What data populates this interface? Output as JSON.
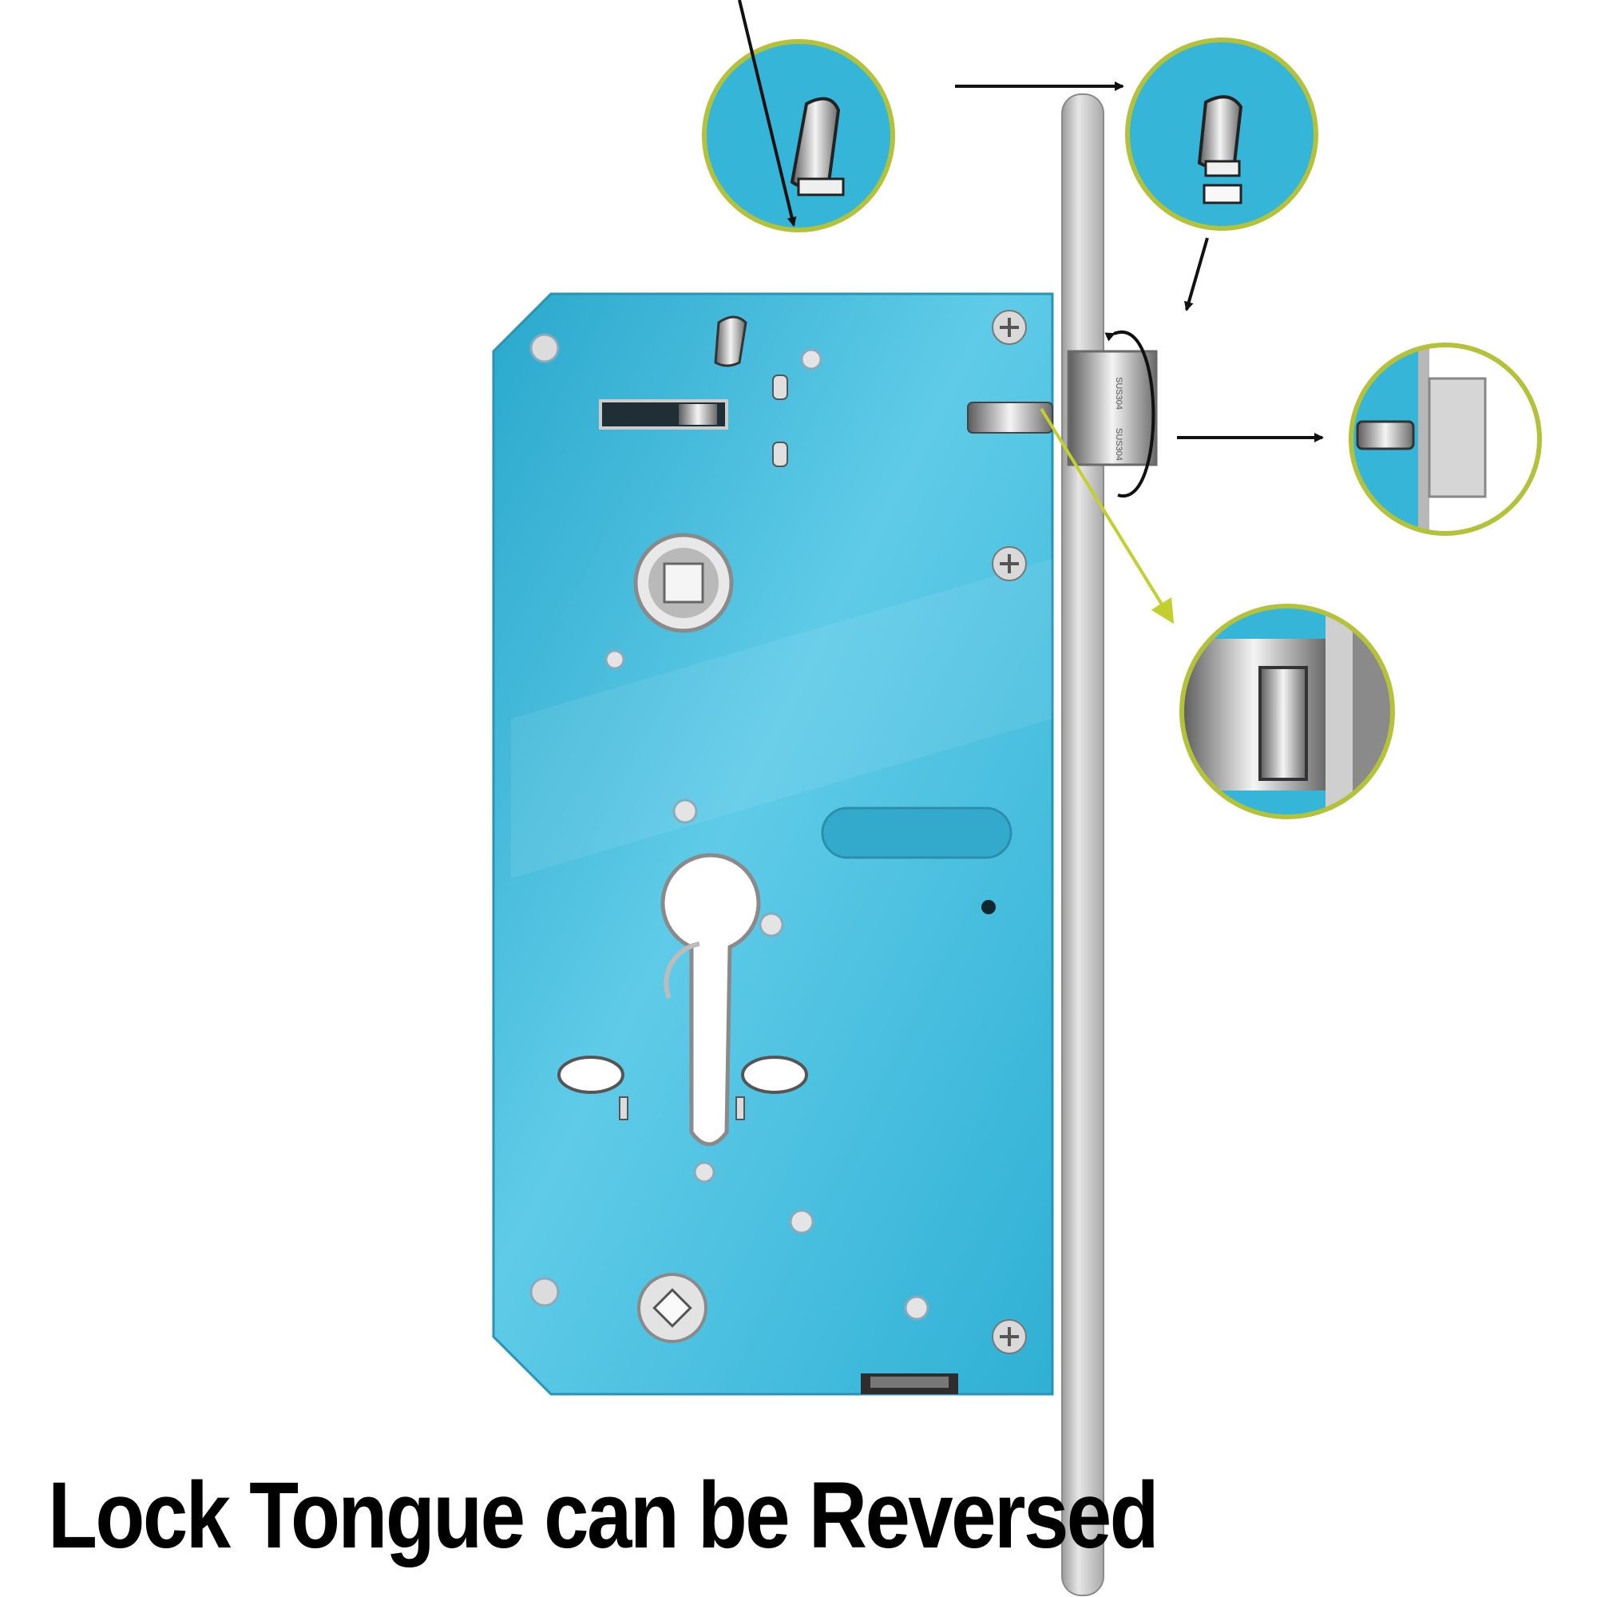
{
  "caption": "Lock Tongue can be Reversed",
  "faceplate_engraving": [
    "SUS304",
    "SUS304"
  ],
  "colors": {
    "case_blue": "#39b7d8",
    "case_blue_light": "#6ad1ec",
    "faceplate_steel": "#c9c9c9",
    "callout_ring": "#b4c23a",
    "arrow_black": "#111111",
    "arrow_yellow": "#c2cf2e"
  }
}
